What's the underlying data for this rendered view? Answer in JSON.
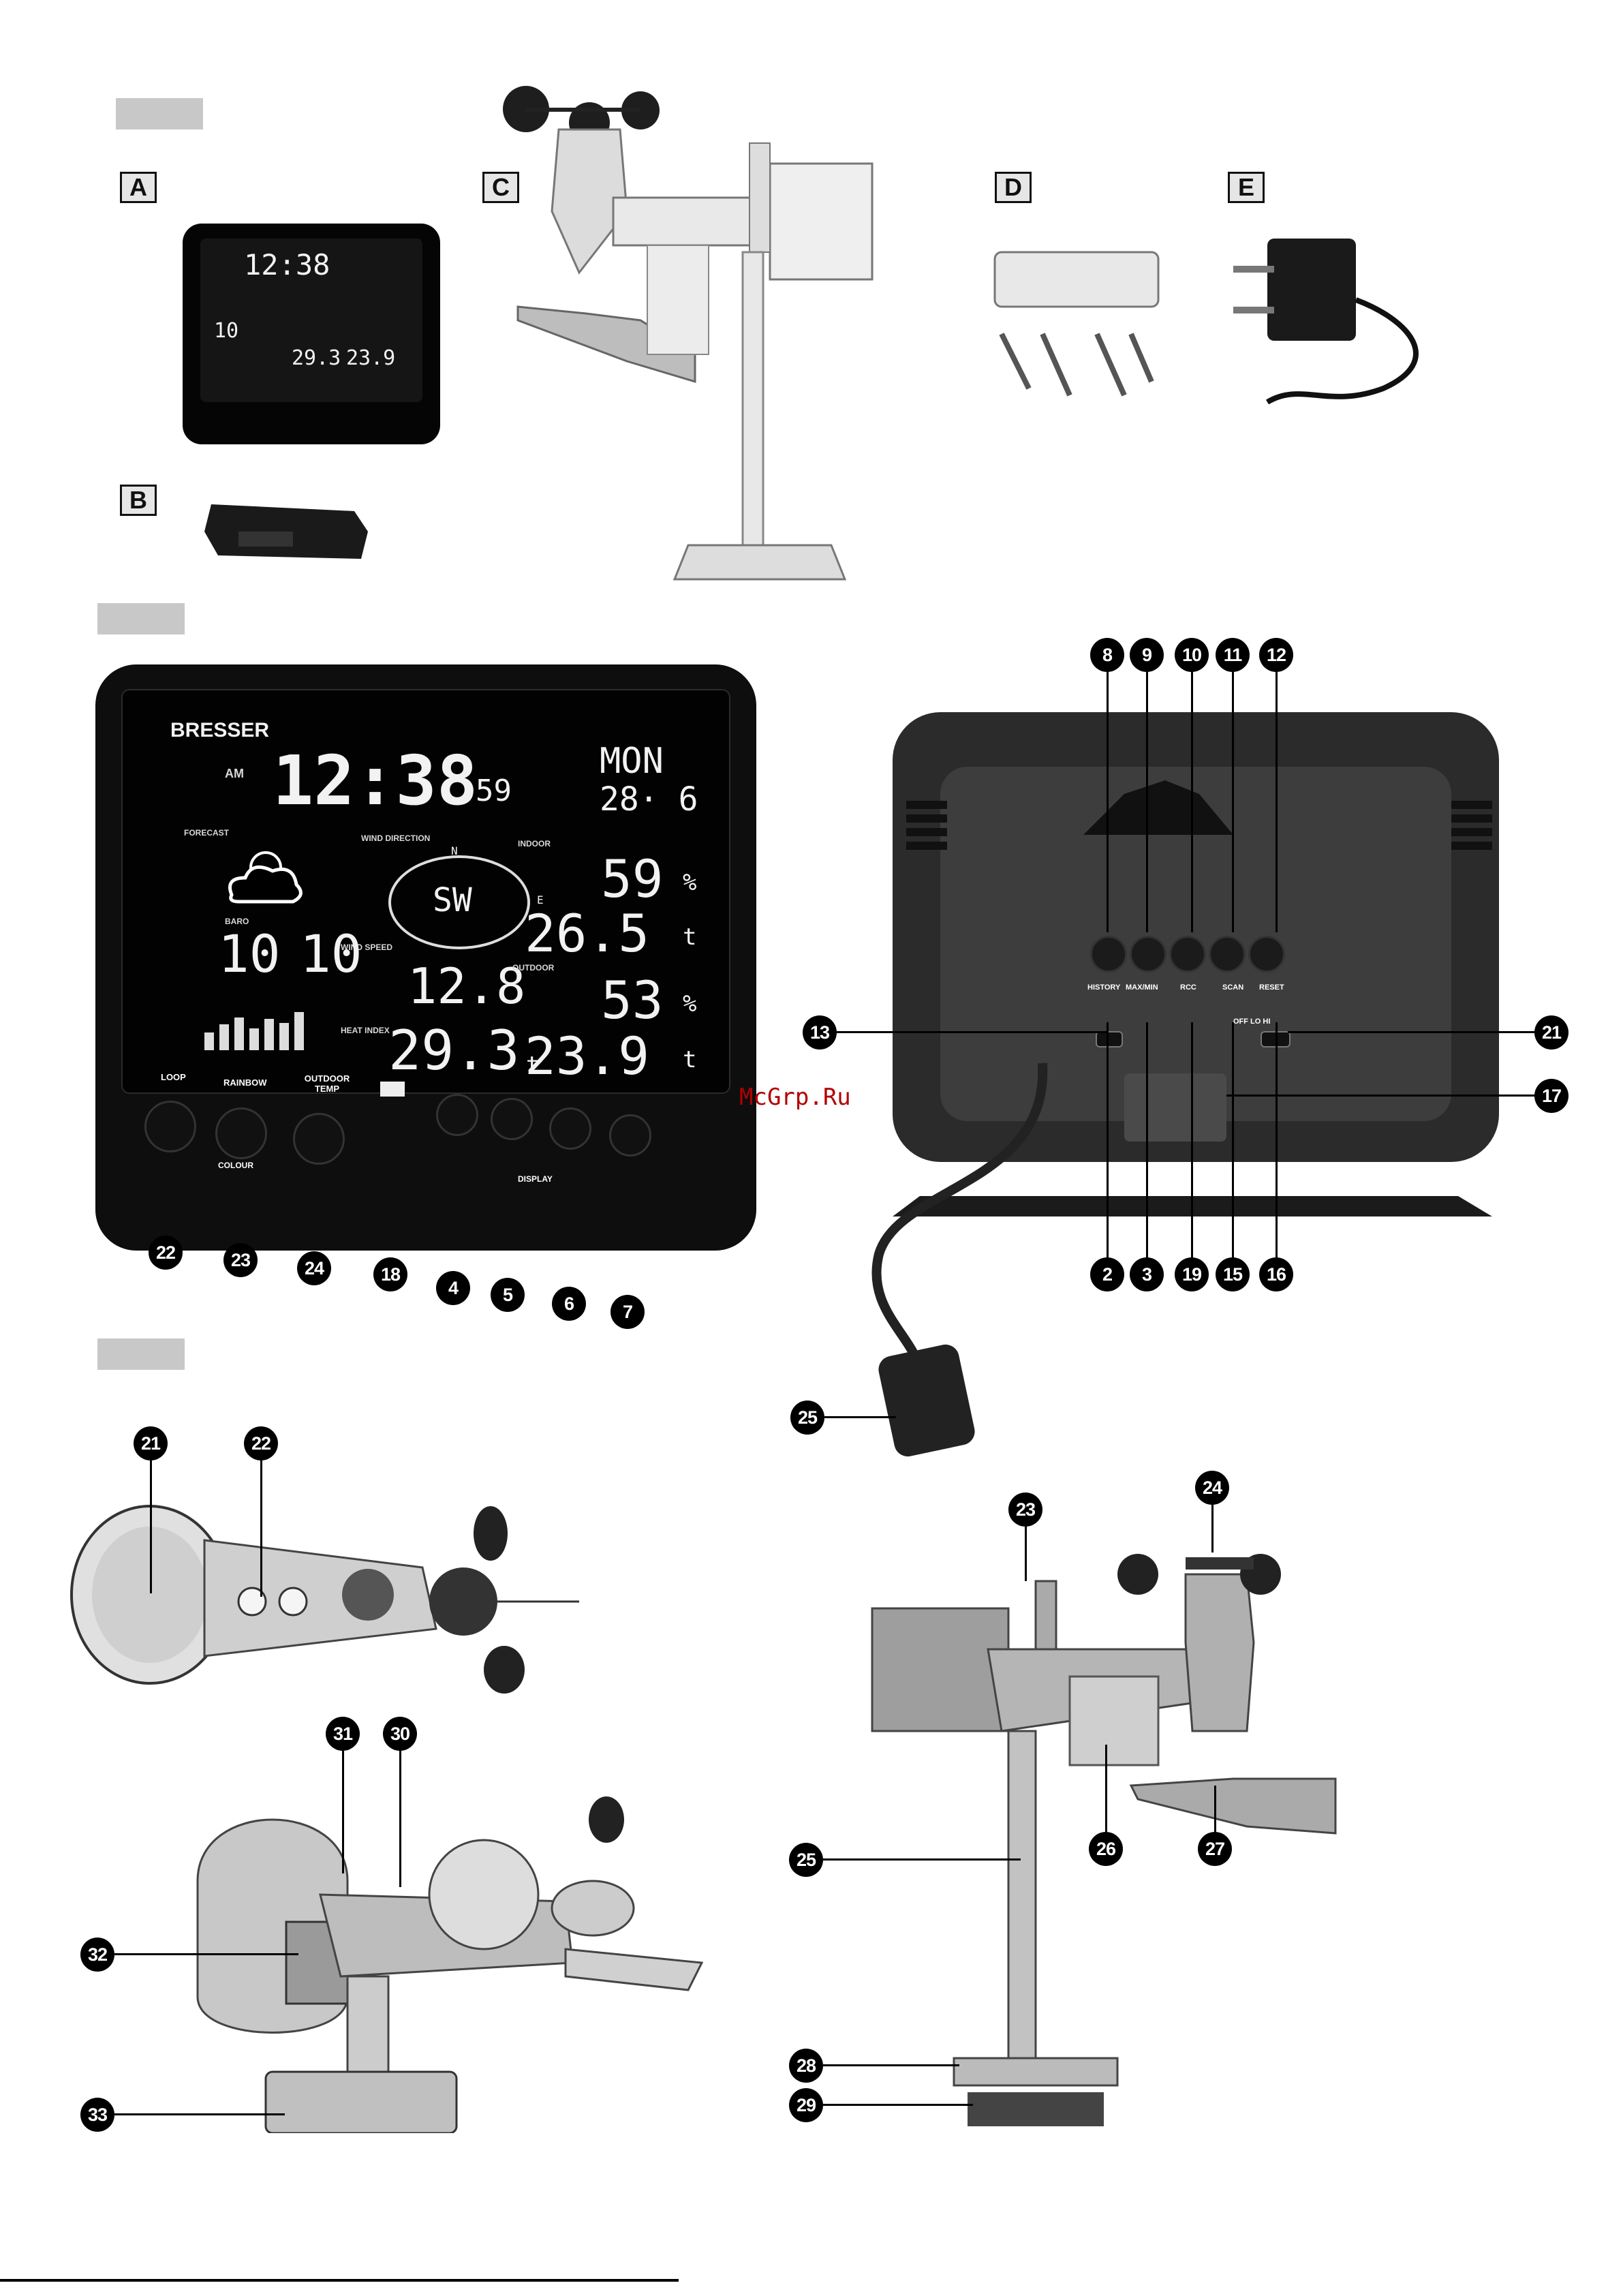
{
  "watermark": "McGrp.Ru",
  "letters": {
    "a": "A",
    "b": "B",
    "c": "C",
    "d": "D",
    "e": "E"
  },
  "station": {
    "brand": "BRESSER",
    "am": "AM",
    "time": "12:38",
    "seconds": "59",
    "day": "MON",
    "date": "28· 6",
    "forecast_label": "FORECAST",
    "wind_direction_label": "WIND DIRECTION",
    "direction": "SW",
    "compass_n": "N",
    "compass_e": "E",
    "wind_speed_label": "WIND SPEED",
    "indoor_label": "INDOOR",
    "indoor_humidity": "59",
    "indoor_temp": "26.5",
    "outdoor_label": "OUTDOOR",
    "outdoor_humidity": "53",
    "outdoor_temp": "23.9",
    "baro_label": "BARO",
    "baro_left": "10",
    "baro_right": "10",
    "wind_speed": "12.8",
    "heat_index": "29.3",
    "heat_index_label": "HEAT INDEX",
    "percent": "%",
    "deg": "t",
    "loop_label": "LOOP",
    "rainbow_label": "RAINBOW",
    "outdoor_temp_label": "OUTDOOR TEMP",
    "colour_label": "COLOUR",
    "display_label": "DISPLAY"
  },
  "back_panel": {
    "history_label": "HISTORY",
    "maxmin_label": "MAX/MIN",
    "rcc_label": "RCC",
    "scan_label": "SCAN",
    "reset_label": "RESET",
    "switch_label": "OFF  LO  HI"
  },
  "callouts": {
    "c8": "8",
    "c9": "9",
    "c10": "10",
    "c11": "11",
    "c12": "12",
    "c13": "13",
    "c21a": "21",
    "c17": "17",
    "c2": "2",
    "c3": "3",
    "c19": "19",
    "c15": "15",
    "c16": "16",
    "c22a": "22",
    "c23a": "23",
    "c24a": "24",
    "c18": "18",
    "c4": "4",
    "c5": "5",
    "c6": "6",
    "c7": "7",
    "c25a": "25",
    "c21b": "21",
    "c22b": "22",
    "c31": "31",
    "c30": "30",
    "c32": "32",
    "c33": "33",
    "c23b": "23",
    "c24b": "24",
    "c25b": "25",
    "c26": "26",
    "c27": "27",
    "c28": "28",
    "c29": "29"
  }
}
